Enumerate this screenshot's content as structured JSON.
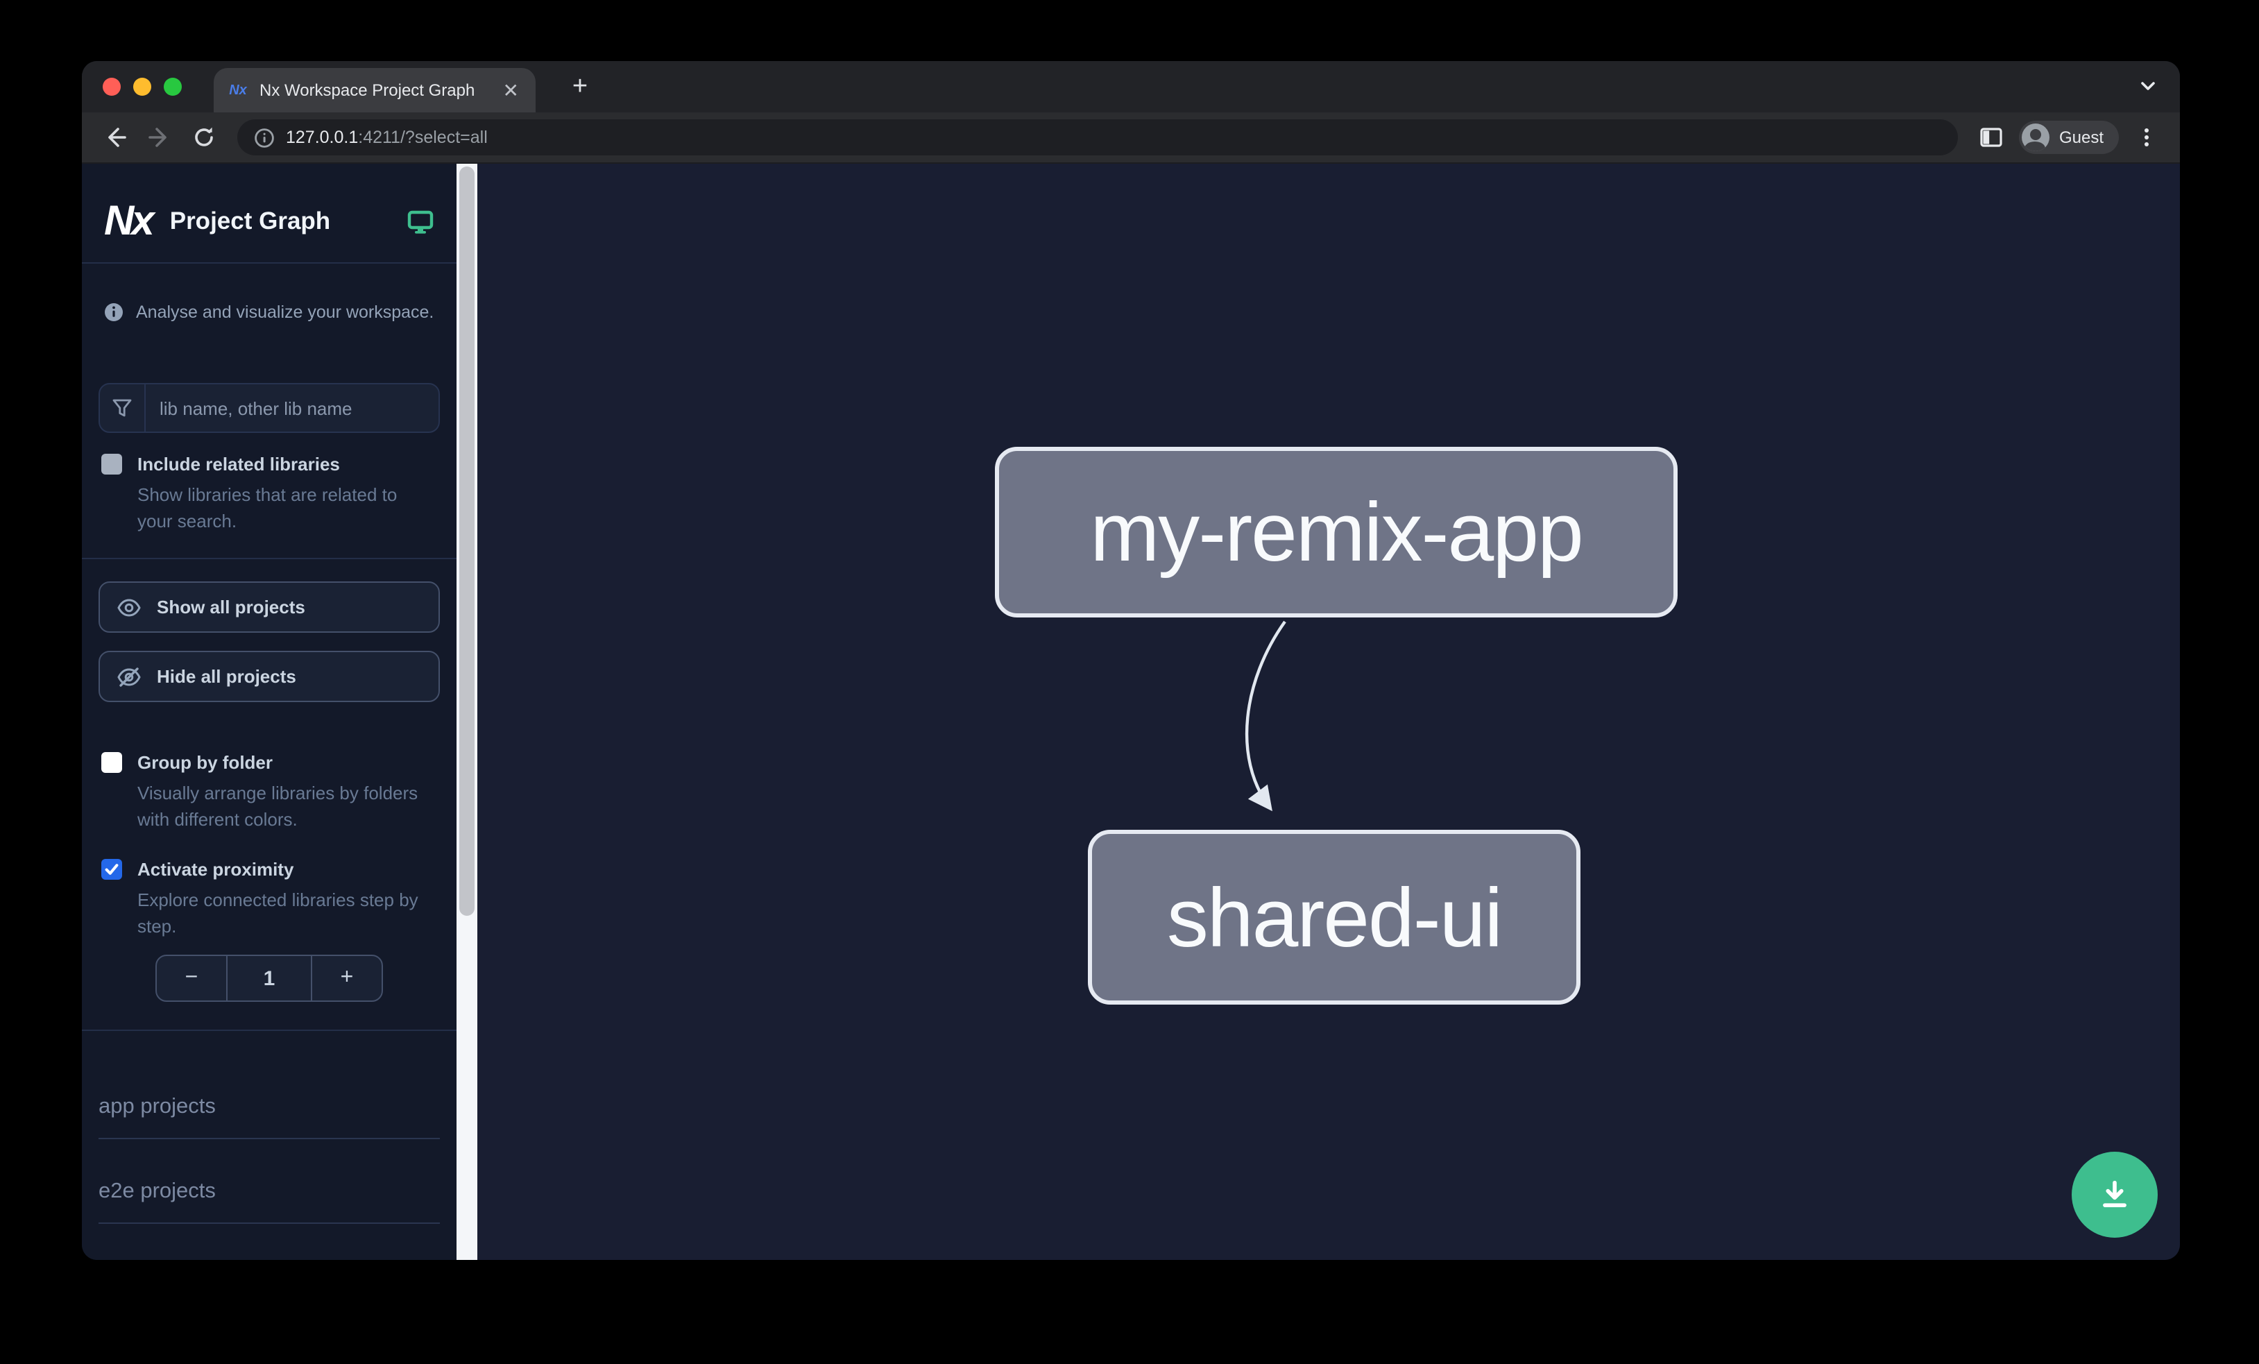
{
  "browser": {
    "tab_title": "Nx Workspace Project Graph",
    "favicon_text": "Nx",
    "url_host": "127.0.0.1",
    "url_suffix": ":4211/?select=all",
    "profile_label": "Guest"
  },
  "sidebar": {
    "logo_text": "Nx",
    "title": "Project Graph",
    "tagline": "Analyse and visualize your workspace.",
    "search": {
      "placeholder": "lib name, other lib name",
      "value": ""
    },
    "include_related": {
      "label": "Include related libraries",
      "description": "Show libraries that are related to your search.",
      "checked": false
    },
    "show_all_label": "Show all projects",
    "hide_all_label": "Hide all projects",
    "group_by_folder": {
      "label": "Group by folder",
      "description": "Visually arrange libraries by folders with different colors.",
      "checked": false
    },
    "activate_proximity": {
      "label": "Activate proximity",
      "description": "Explore connected libraries step by step.",
      "checked": true
    },
    "stepper": {
      "decrement_label": "−",
      "value": "1",
      "increment_label": "+"
    },
    "sections": [
      {
        "label": "app projects"
      },
      {
        "label": "e2e projects"
      }
    ]
  },
  "graph": {
    "nodes": [
      {
        "label": "my-remix-app"
      },
      {
        "label": "shared-ui"
      }
    ],
    "edges": [
      {
        "source": "my-remix-app",
        "target": "shared-ui"
      }
    ]
  },
  "colors": {
    "accent_green": "#3ebe8e",
    "checkbox_checked_blue": "#2468e9",
    "node_fill": "#6f7487",
    "node_border": "#e6eaf2",
    "sidebar_bg": "#131929",
    "canvas_bg": "#191e32"
  }
}
